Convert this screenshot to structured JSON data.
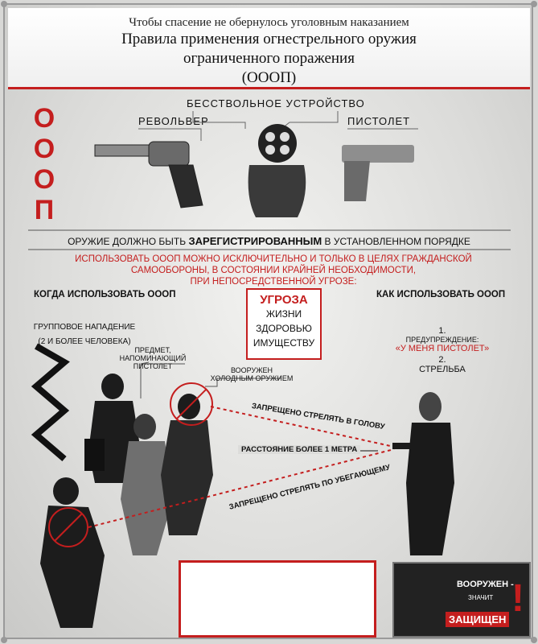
{
  "header": {
    "subtitle": "Чтобы спасение не обернулось уголовным наказанием",
    "title_line1": "Правила применения огнестрельного оружия",
    "title_line2": "ограниченного поражения",
    "title_line3": "(ОООП)"
  },
  "side_vertical": [
    "О",
    "О",
    "О",
    "П"
  ],
  "labels": {
    "barrelless": "БЕССТВОЛЬНОЕ УСТРОЙСТВО",
    "revolver": "РЕВОЛЬВЕР",
    "pistol": "ПИСТОЛЕТ"
  },
  "registration": {
    "before": "ОРУЖИЕ ДОЛЖНО БЫТЬ ",
    "bold": "ЗАРЕГИСТРИРОВАННЫМ",
    "after": " В УСТАНОВЛЕННОМ ПОРЯДКЕ"
  },
  "use_rule": {
    "line1": "ИСПОЛЬЗОВАТЬ ОООП МОЖНО ИСКЛЮЧИТЕЛЬНО И ТОЛЬКО В ЦЕЛЯХ ГРАЖДАНСКОЙ",
    "line2": "САМООБОРОНЫ, В СОСТОЯНИИ КРАЙНЕЙ НЕОБХОДИМОСТИ,",
    "line3": "ПРИ НЕПОСРЕДСТВЕННОЙ УГРОЗЕ:"
  },
  "when_heading": "КОГДА ИСПОЛЬЗОВАТЬ ОООП",
  "how_heading": "КАК ИСПОЛЬЗОВАТЬ ОООП",
  "threat": {
    "title": "УГРОЗА",
    "items": [
      "ЖИЗНИ",
      "ЗДОРОВЬЮ",
      "ИМУЩЕСТВУ"
    ]
  },
  "group_attack": {
    "line1": "ГРУППОВОЕ НАПАДЕНИЕ",
    "line2": "(2 И БОЛЕЕ ЧЕЛОВЕКА)"
  },
  "callouts": {
    "pistol_like_1": "ПРЕДМЕТ,",
    "pistol_like_2": "НАПОМИНАЮЩИЙ ПИСТОЛЕТ",
    "cold_weapon_1": "ВООРУЖЕН",
    "cold_weapon_2": "ХОЛОДНЫМ ОРУЖИЕМ"
  },
  "rules": {
    "no_head": "ЗАПРЕЩЕНО СТРЕЛЯТЬ В ГОЛОВУ",
    "distance": "РАССТОЯНИЕ БОЛЕЕ 1 МЕТРА",
    "no_running": "ЗАПРЕЩЕНО СТРЕЛЯТЬ ПО УБЕГАЮЩЕМУ"
  },
  "how_steps": {
    "step1_num": "1.",
    "step1_label": "ПРЕДУПРЕЖДЕНИЕ:",
    "step1_quote": "«У МЕНЯ ПИСТОЛЕТ»",
    "step2_num": "2.",
    "step2_label": "СТРЕЛЬБА"
  },
  "armed_badge": {
    "line1": "ВООРУЖЕН -",
    "line2": "ЗНАЧИТ",
    "line3": "ЗАЩИЩЕН",
    "mark": "!"
  },
  "colors": {
    "accent": "#c41e1e",
    "dark": "#1a1a1a",
    "gray": "#6d6d6d"
  }
}
